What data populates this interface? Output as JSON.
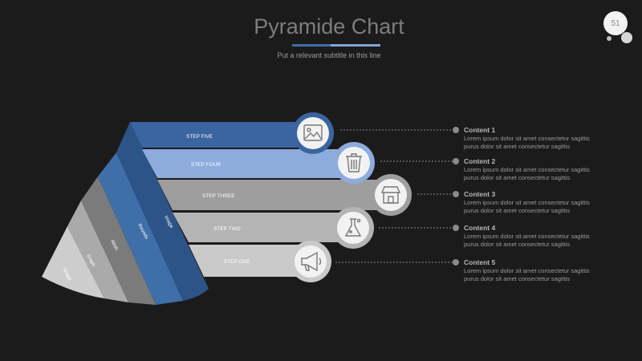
{
  "header": {
    "title": "Pyramide Chart",
    "subtitle": "Put a relevant subtitle in this line",
    "page_number": "51"
  },
  "diagram": {
    "steps": [
      {
        "label": "STEP FIVE",
        "color": "#3a65a0",
        "icon": "image-icon"
      },
      {
        "label": "STEP FOUR",
        "color": "#8eabdd",
        "icon": "trash-icon"
      },
      {
        "label": "STEP THREE",
        "color": "#9e9e9e",
        "icon": "store-icon"
      },
      {
        "label": "STEP TWO",
        "color": "#b4b4b4",
        "icon": "flask-icon"
      },
      {
        "label": "STEP ONE",
        "color": "#c9c9c9",
        "icon": "megaphone-icon"
      }
    ],
    "cone_labels": [
      "Image",
      "Rounds",
      "Abstr.",
      "Graph",
      "Shape"
    ]
  },
  "contents": [
    {
      "title": "Content 1",
      "body": "Lorem ipsum dolor sit amet consectetur sagittis purus dolor sit amet consectetur sagittis"
    },
    {
      "title": "Content 2",
      "body": "Lorem ipsum dolor sit amet consectetur sagittis purus dolor sit amet consectetur sagittis"
    },
    {
      "title": "Content 3",
      "body": "Lorem ipsum dolor sit amet consectetur sagittis purus dolor sit amet consectetur sagittis"
    },
    {
      "title": "Content 4",
      "body": "Lorem ipsum dolor sit amet consectetur sagittis purus dolor sit amet consectetur sagittis"
    },
    {
      "title": "Content 5",
      "body": "Lorem ipsum dolor sit amet consectetur sagittis purus dolor sit amet consectetur sagittis"
    }
  ]
}
